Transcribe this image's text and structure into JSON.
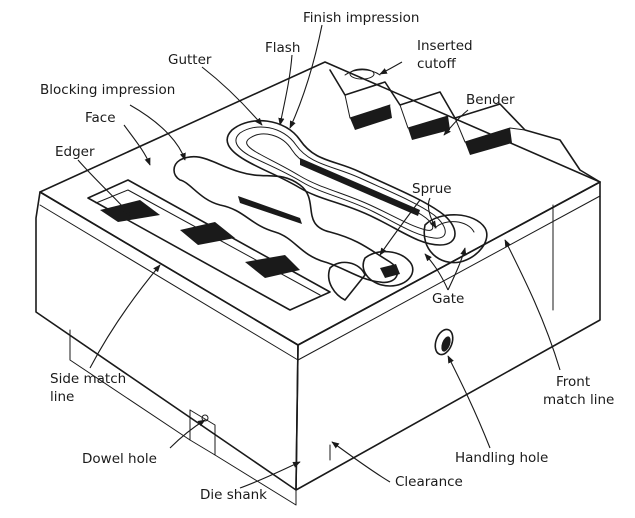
{
  "figure": {
    "labels": {
      "finish_impression": "Finish impression",
      "flash": "Flash",
      "gutter": "Gutter",
      "inserted_cutoff_1": "Inserted",
      "inserted_cutoff_2": "cutoff",
      "blocking_impression": "Blocking impression",
      "bender": "Bender",
      "face": "Face",
      "edger": "Edger",
      "sprue": "Sprue",
      "gate": "Gate",
      "side_match_line_1": "Side match",
      "side_match_line_2": "line",
      "front_match_line_1": "Front",
      "front_match_line_2": "match line",
      "dowel_hole": "Dowel hole",
      "handling_hole": "Handling hole",
      "clearance": "Clearance",
      "die_shank": "Die shank"
    }
  }
}
